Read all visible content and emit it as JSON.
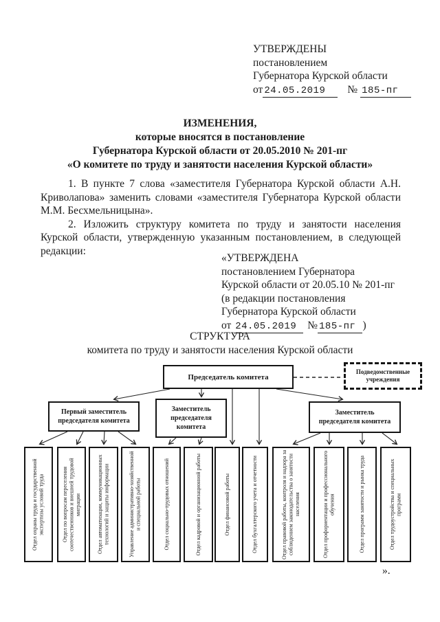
{
  "page": {
    "approval_top": {
      "line1": "УТВЕРЖДЕНЫ",
      "line2": "постановлением",
      "line3": "Губернатора Курской области",
      "prefix": "от",
      "date": "24.05.2019",
      "num_sign": "№",
      "number": "185-пг"
    },
    "title": {
      "line1": "ИЗМЕНЕНИЯ,",
      "line2": "которые вносятся в  постановление",
      "line3": "Губернатора Курской области  от 20.05.2010 № 201-пг",
      "line4": "«О комитете по труду и занятости населения Курской области»"
    },
    "paragraphs": [
      "1. В пункте 7 слова «заместителя Губернатора Курской области А.Н. Криволапова» заменить словами «заместителя Губернатора Курской области М.М. Бесхмельницына».",
      "2. Изложить структуру комитета по труду и занятости населения Курской области, утвержденную указанным постановлением, в следующей редакции:"
    ],
    "approval_inner": {
      "line1": "«УТВЕРЖДЕНА",
      "line2": "постановлением Губернатора",
      "line3": "Курской области от 20.05.10 № 201-пг",
      "line4": "(в редакции  постановления",
      "line5": "Губернатора Курской области",
      "prefix": "от",
      "date": "24.05.2019",
      "num_sign": "№",
      "number": "185-пг",
      "paren": ")"
    },
    "structure": {
      "heading1": "СТРУКТУРА",
      "heading2": "комитета по труду и занятости населения Курской области",
      "chairman": "Председатель комитета",
      "subordinate_units": "Подведомственные учреждения",
      "deputy_first": "Первый заместитель председателя комитета",
      "deputy_second": "Заместитель председателя комитета",
      "deputy_third": "Заместитель председателя комитета",
      "departments": [
        "Отдел охраны труда и государственной экспертизы условий труда",
        "Отдел по вопросам переселения соотечественников и внешней трудовой миграции",
        "Отдел автоматизации, коммуникационных технологий и защиты информации",
        "Управление административно-хозяйственной и специальной работы",
        "Отдел социально-трудовых отношений",
        "Отдел кадровой и организационной работы",
        "Отдел финансовой работы",
        "Отдел бухгалтерского учета и отчетности",
        "Отдел правовой работы, контроля и надзора за соблюдением законодательства о занятости населения",
        "Отдел профориентации и профессионального обучения",
        "Отдел программ занятости и рынка труда",
        "Отдел трудоустройства и специальных программ"
      ],
      "closing_mark": "»."
    }
  }
}
